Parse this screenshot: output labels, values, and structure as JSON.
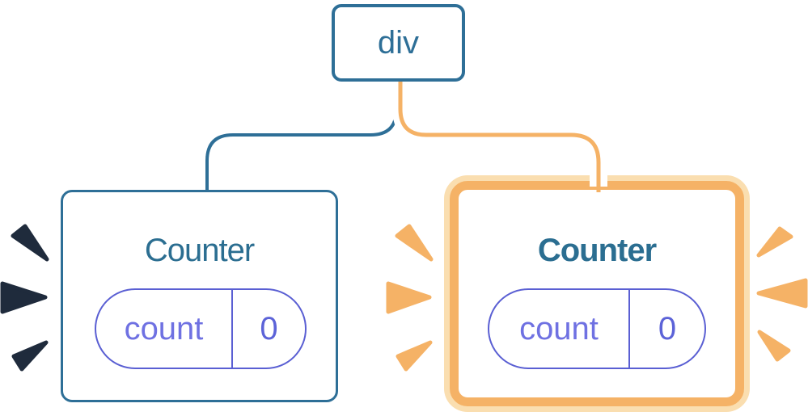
{
  "diagram": {
    "description": "Component tree: div root with two Counter children; right Counter highlighted as newly mounted",
    "root": {
      "label": "div"
    },
    "children": [
      {
        "title": "Counter",
        "highlighted": false,
        "state": {
          "key": "count",
          "value": "0"
        }
      },
      {
        "title": "Counter",
        "highlighted": true,
        "state": {
          "key": "count",
          "value": "0"
        }
      }
    ]
  },
  "colors": {
    "blue": "#2E6F97",
    "title-blue": "#2B6E91",
    "purple": "#5A5FD3",
    "purple-text": "#6F71E2",
    "purple-value": "#5C63D8",
    "orange": "#F5B266",
    "pale-orange": "#FADEB0",
    "navy": "#1F2B3C",
    "card-bg": "#FFFFFF"
  }
}
